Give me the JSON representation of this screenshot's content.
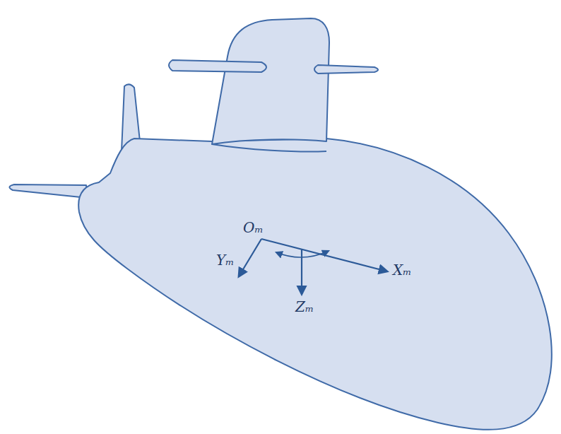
{
  "diagram": {
    "labels": [
      "Oₘ",
      "Yₘ",
      "Xₘ",
      "Zₘ"
    ]
  }
}
